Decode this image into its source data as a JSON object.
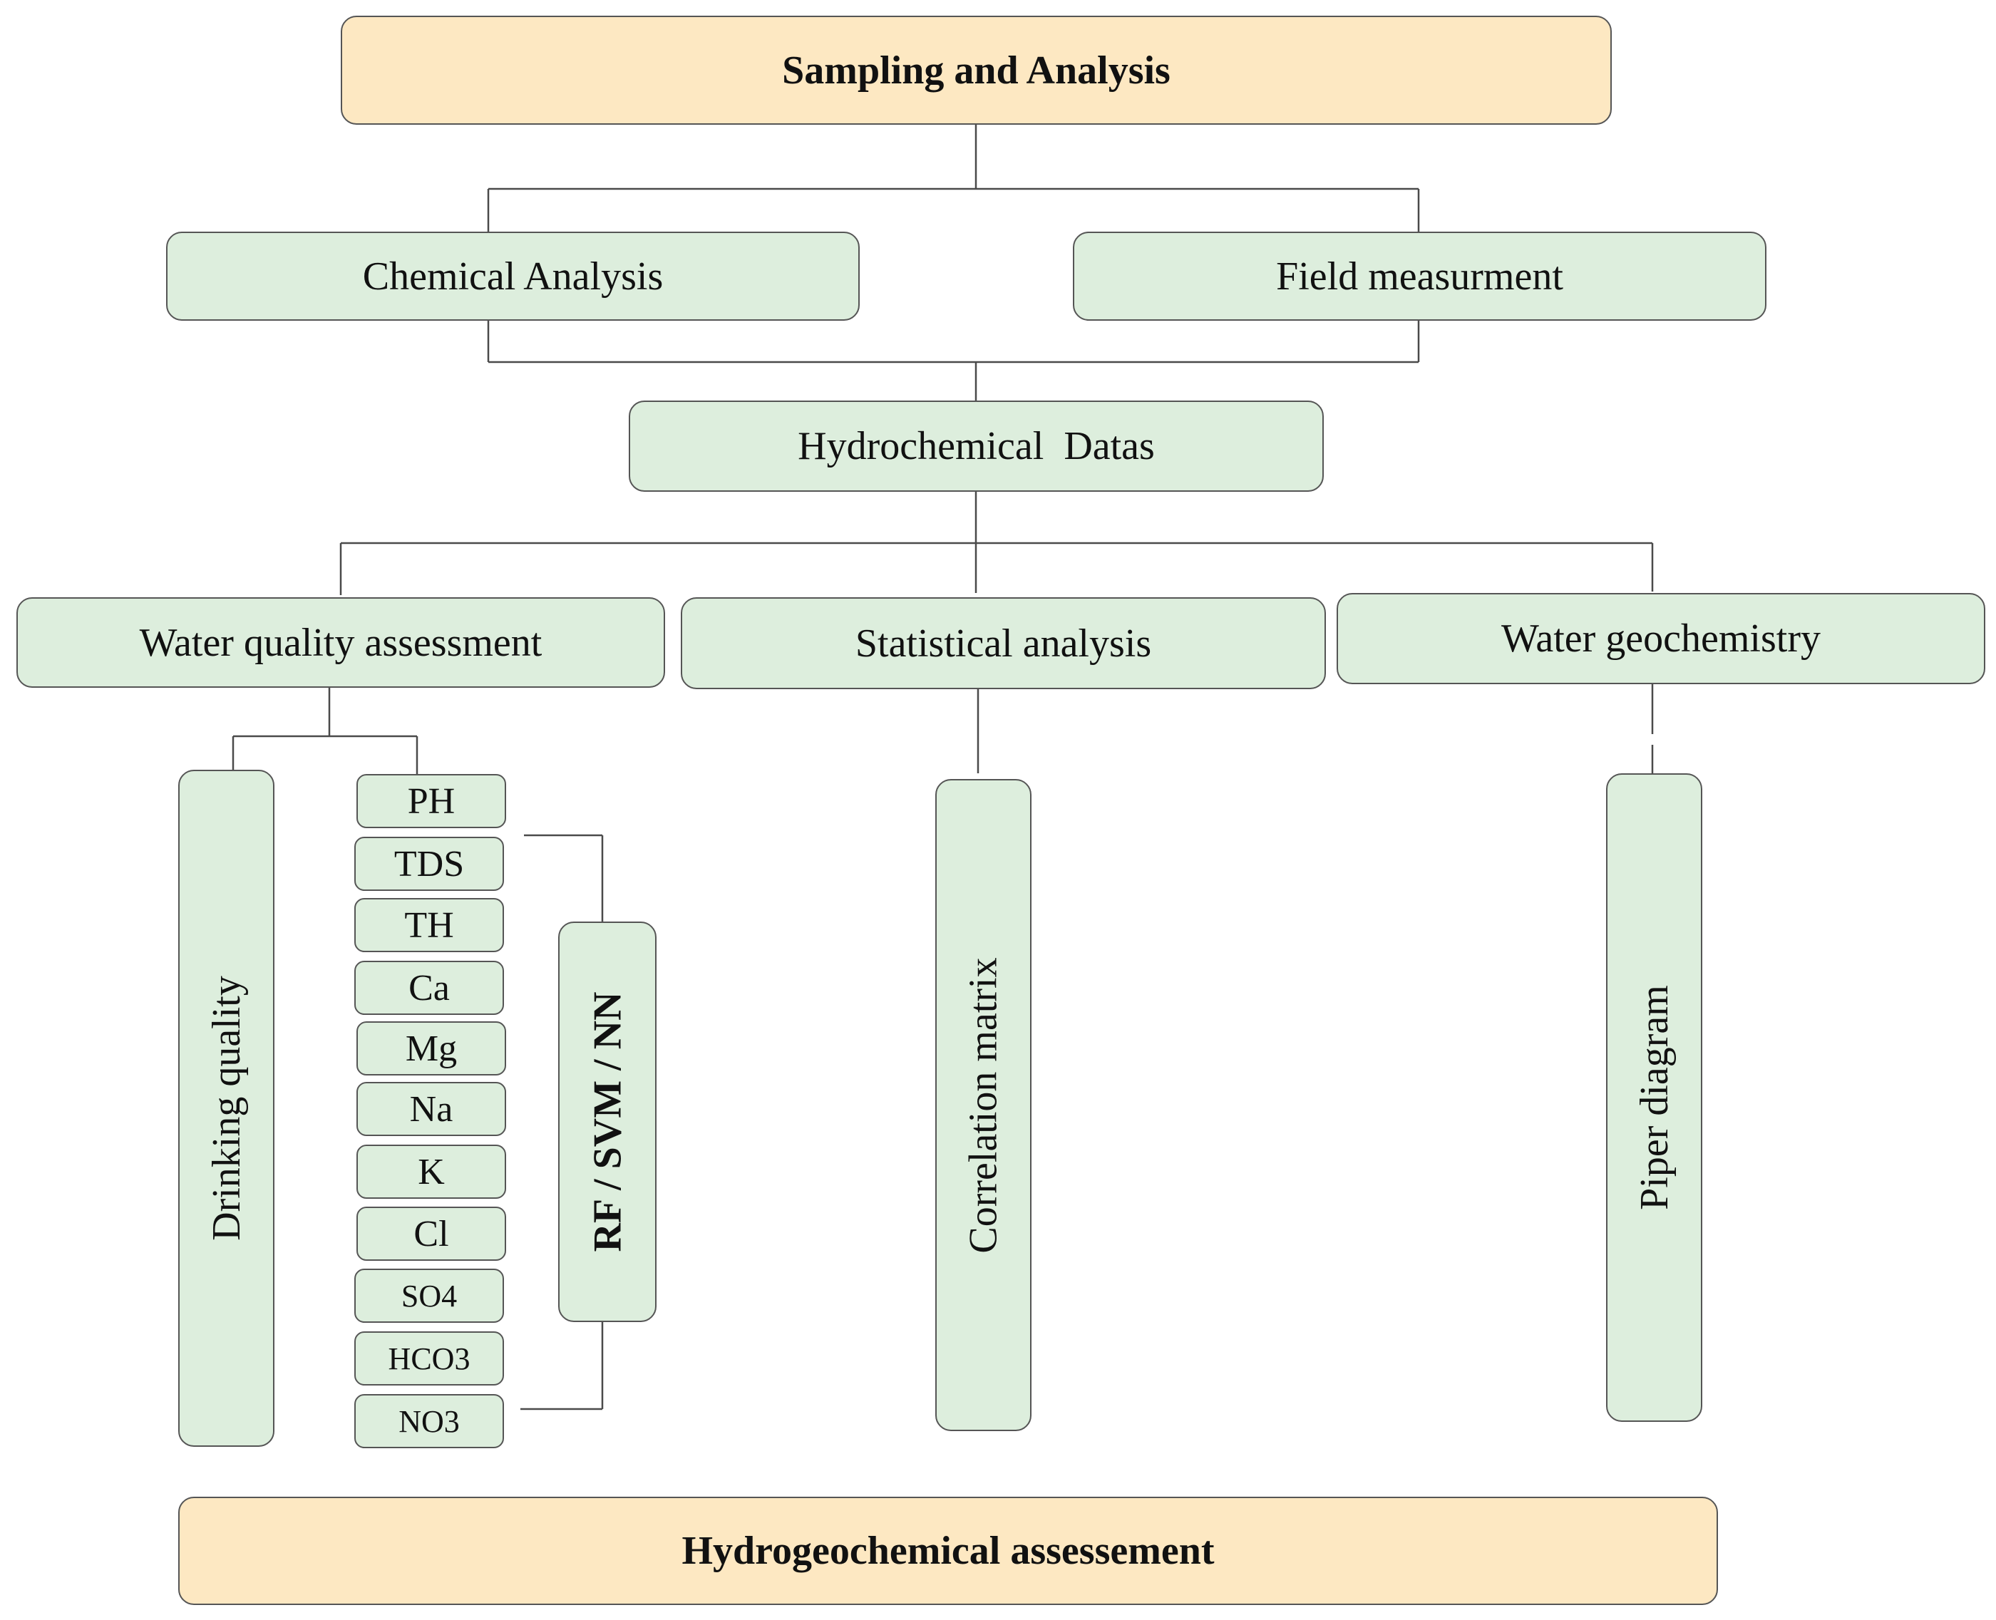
{
  "top": {
    "title": "Sampling and Analysis"
  },
  "level2": {
    "left": "Chemical Analysis",
    "right": "Field measurment"
  },
  "data_box": {
    "label": "Hydrochemical  Datas"
  },
  "categories": {
    "water_quality": "Water quality assessment",
    "statistical": "Statistical analysis",
    "geochemistry": "Water geochemistry"
  },
  "vertical": {
    "drinking": "Drinking quality",
    "models": "RF / SVM / NN",
    "correlation": "Correlation matrix",
    "piper": "Piper diagram"
  },
  "parameters": [
    "PH",
    "TDS",
    "TH",
    "Ca",
    "Mg",
    "Na",
    "K",
    "Cl",
    "SO4",
    "HCO3",
    "NO3"
  ],
  "bottom": {
    "title": "Hydrogeochemical assessement"
  },
  "colors": {
    "orange_fill": "#fde8c2",
    "green_fill": "#ddeedd",
    "border": "#555555"
  }
}
